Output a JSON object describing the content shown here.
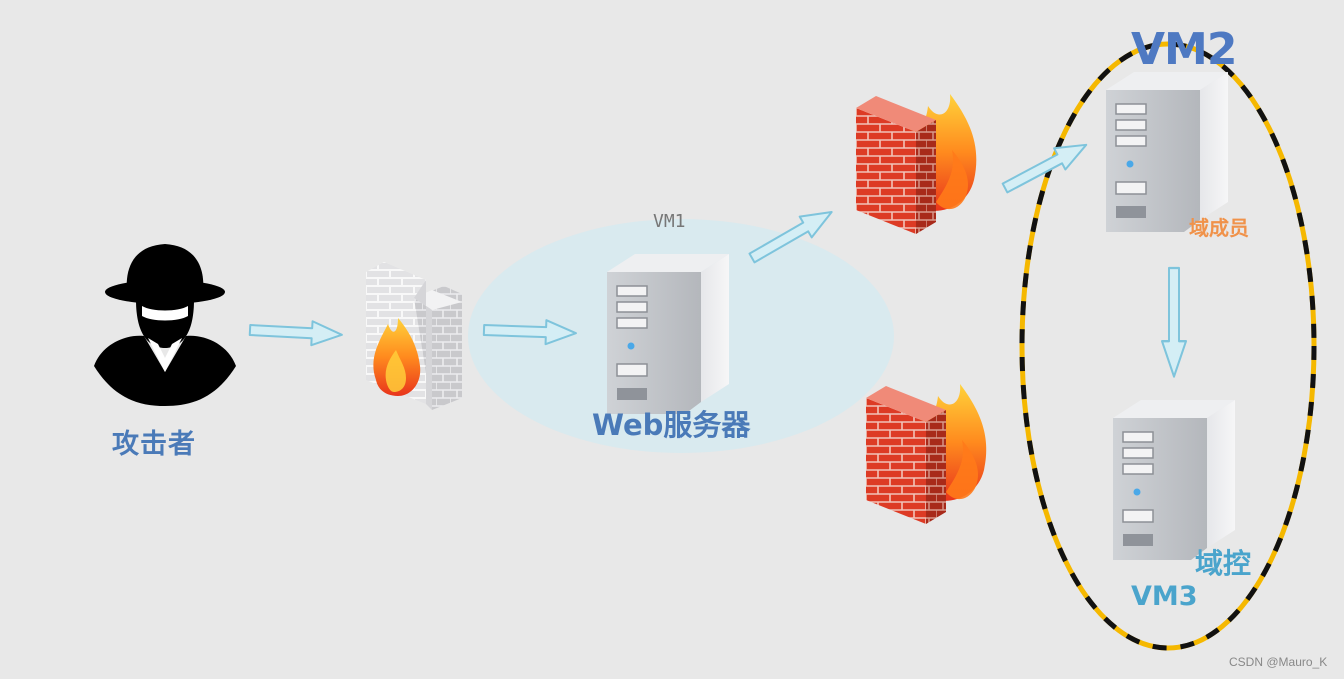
{
  "nodes": {
    "attacker": {
      "label": "攻击者"
    },
    "web_server": {
      "zone_label": "VM1",
      "label": "Web服务器"
    },
    "domain_member": {
      "label": "域成员"
    },
    "domain_controller": {
      "label": "域控"
    }
  },
  "domain_group": {
    "vm2_label": "VM2",
    "vm3_label": "VM3"
  },
  "watermark": "CSDN @Mauro_K",
  "colors": {
    "background": "#e8e8e8",
    "label_blue": "#4a7ab8",
    "label_orange": "#f0924a",
    "label_cyan": "#4aa4cc",
    "arrow_fill": "#d4eef5",
    "arrow_stroke": "#7ec4dc",
    "ellipse_yellow": "#f5b800",
    "ellipse_black": "#111111",
    "brick_red": "#e0402a",
    "zone_fill": "#d6eaf0"
  },
  "icons": [
    "spy-icon",
    "white-firewall-icon",
    "server-icon",
    "red-firewall-icon",
    "flow-arrow-icon"
  ]
}
